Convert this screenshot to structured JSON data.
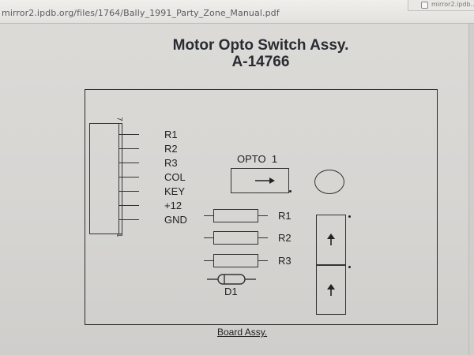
{
  "browser": {
    "url": "mirror2.ipdb.org/files/1764/Bally_1991_Party_Zone_Manual.pdf",
    "tab_label": "mirror2.ipdb..."
  },
  "document": {
    "title_line1": "Motor Opto Switch Assy.",
    "title_line2": "A-14766",
    "caption": "Board Assy."
  },
  "connector": {
    "pin_top_number": "7",
    "pin_bottom_number": "1",
    "pins": [
      "R1",
      "R2",
      "R3",
      "COL",
      "KEY",
      "+12",
      "GND"
    ]
  },
  "opto": {
    "label": "OPTO  1"
  },
  "resistors": [
    "R1",
    "R2",
    "R3"
  ],
  "diode": {
    "label": "D1"
  },
  "colors": {
    "ink": "#2b2b2b",
    "paper": "#d9d8d6"
  },
  "icons": [
    "page-icon",
    "right-arrow-icon",
    "up-arrow-icon"
  ]
}
